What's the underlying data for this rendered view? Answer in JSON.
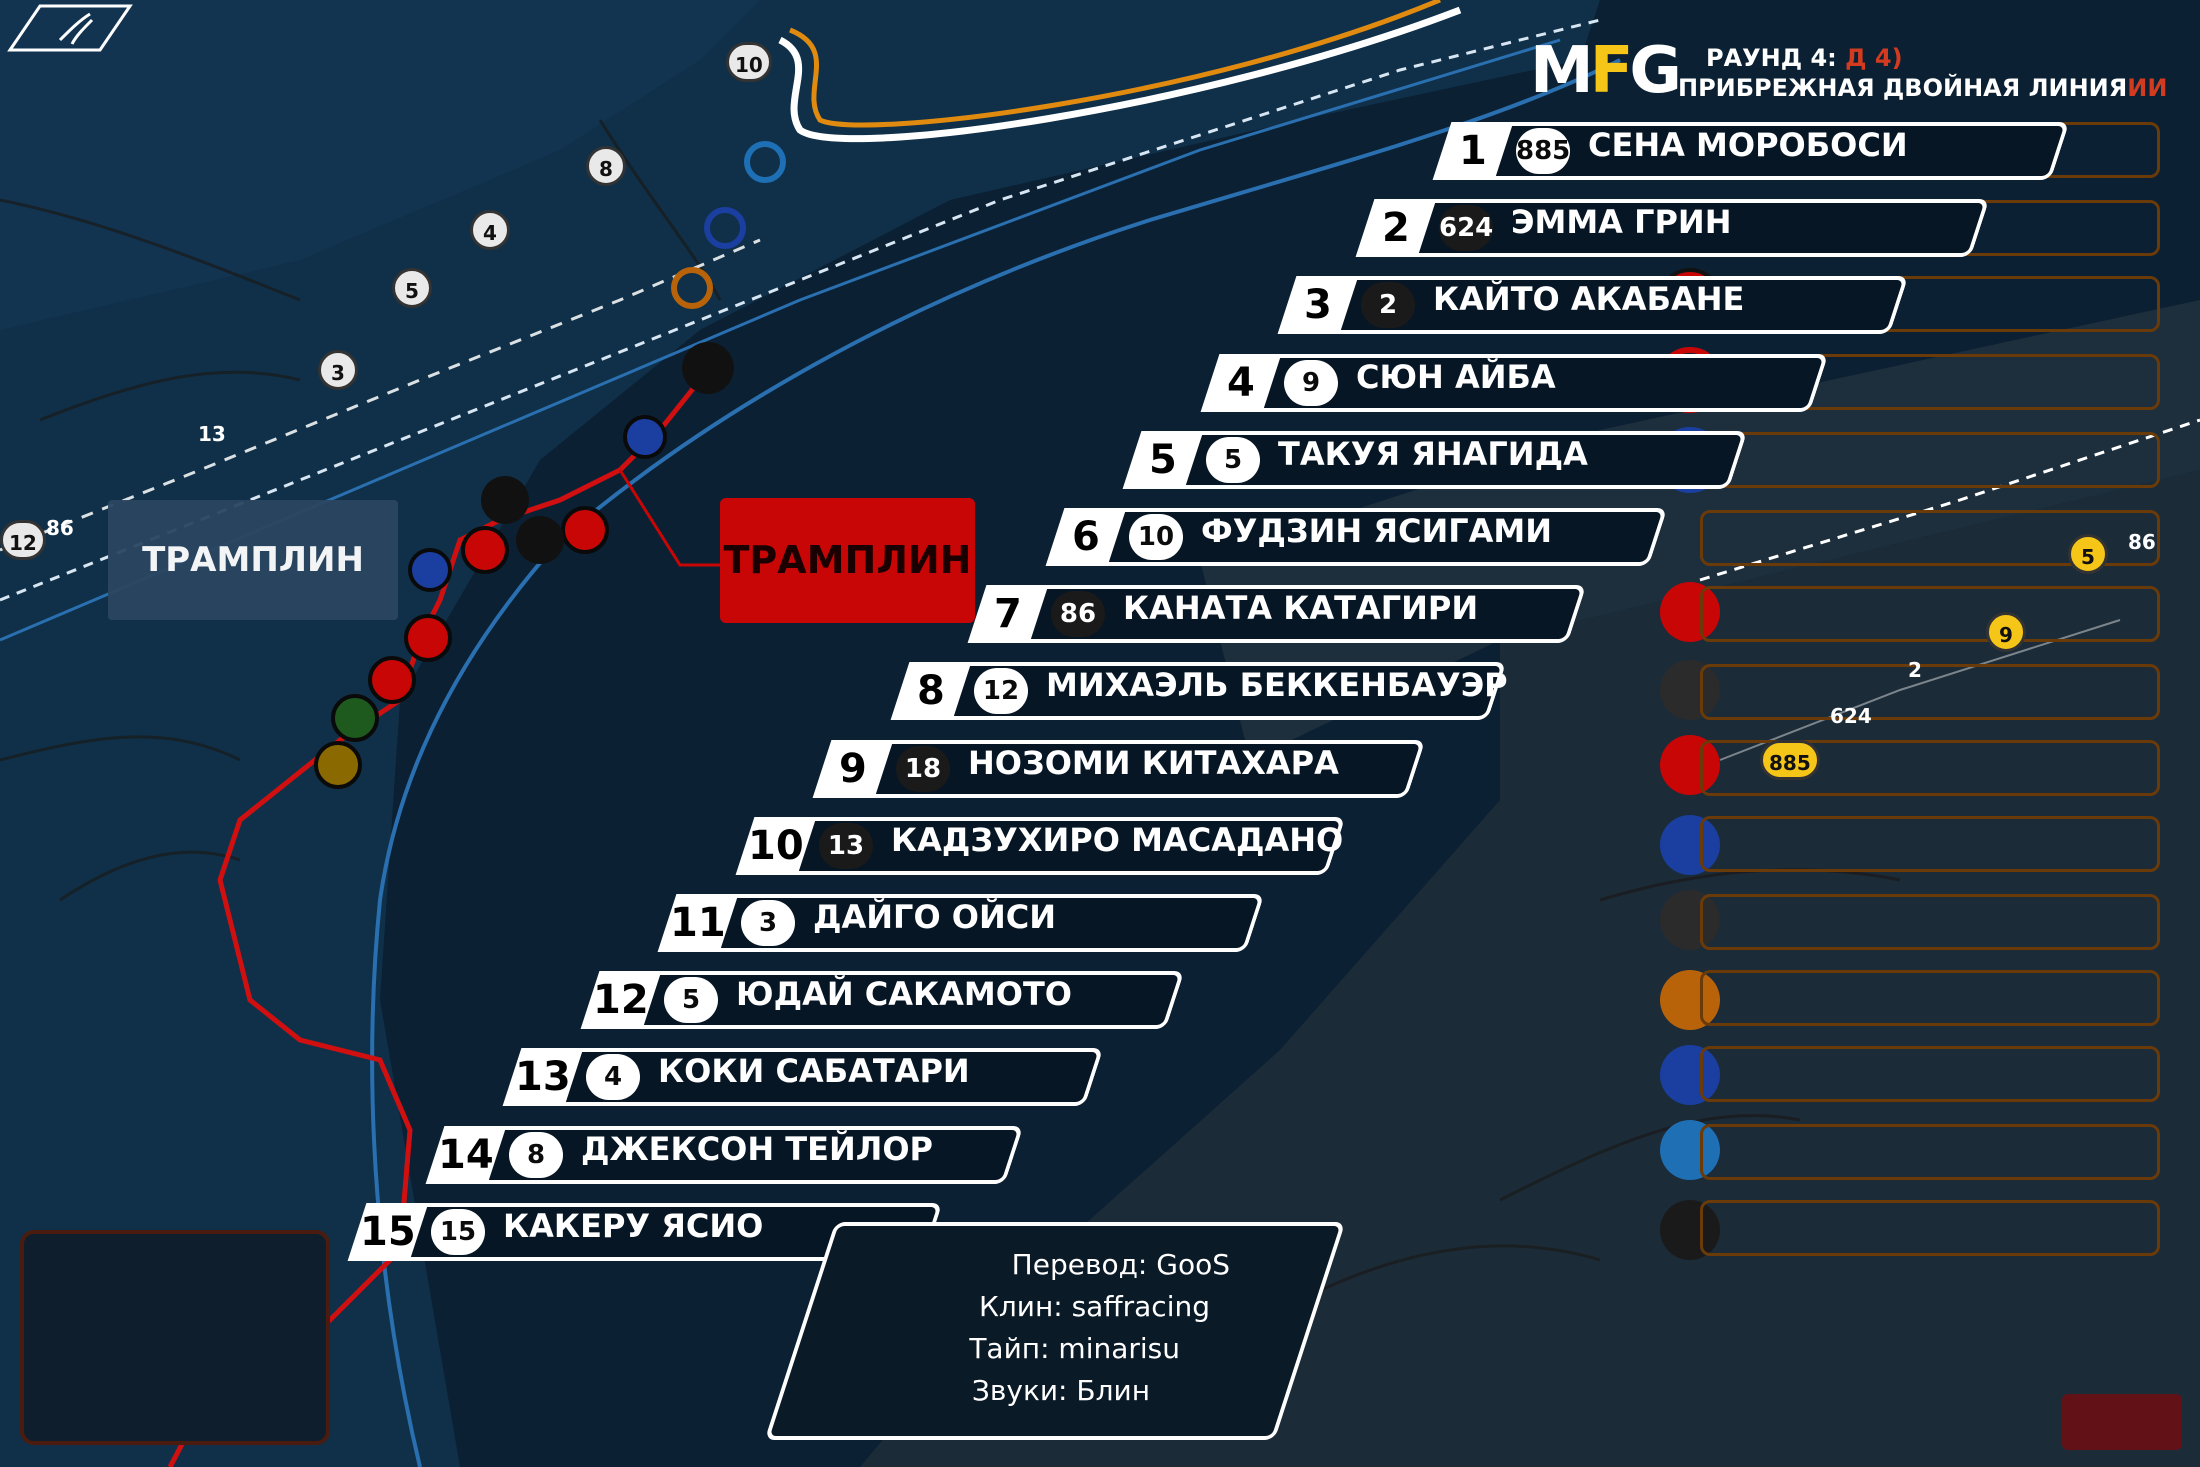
{
  "title": {
    "line1_a": "РАУНД 4: ",
    "line1_b": "Д 4)",
    "line2_a": "ПРИБРЕЖНАЯ ДВОЙНАЯ ЛИНИЯ",
    "line2_b": "ИИ"
  },
  "ramp_label_left": "ТРАМПЛИН",
  "ramp_label_right": "ТРАМПЛИН",
  "standings": [
    {
      "pos": "1",
      "num": "885",
      "name": "СЕНА МОРОБОСИ"
    },
    {
      "pos": "2",
      "num": "624",
      "name": "ЭММА ГРИН"
    },
    {
      "pos": "3",
      "num": "2",
      "name": "КАЙТО АКАБАНЕ"
    },
    {
      "pos": "4",
      "num": "9",
      "name": "СЮН АЙБА"
    },
    {
      "pos": "5",
      "num": "5",
      "name": "ТАКУЯ ЯНАГИДА"
    },
    {
      "pos": "6",
      "num": "10",
      "name": "ФУДЗИН ЯСИГАМИ"
    },
    {
      "pos": "7",
      "num": "86",
      "name": "КАНАТА КАТАГИРИ"
    },
    {
      "pos": "8",
      "num": "12",
      "name": "МИХАЭЛЬ БЕККЕНБАУЭР"
    },
    {
      "pos": "9",
      "num": "18",
      "name": "НОЗОМИ КИТАХАРА"
    },
    {
      "pos": "10",
      "num": "13",
      "name": "КАДЗУХИРО МАСАДАНО"
    },
    {
      "pos": "11",
      "num": "3",
      "name": "ДАЙГО ОЙСИ"
    },
    {
      "pos": "12",
      "num": "5",
      "name": "ЮДАЙ САКАМОТО"
    },
    {
      "pos": "13",
      "num": "4",
      "name": "КОКИ САБАТАРИ"
    },
    {
      "pos": "14",
      "num": "8",
      "name": "ДЖЕКСОН ТЕЙЛОР"
    },
    {
      "pos": "15",
      "num": "15",
      "name": "КАКЕРУ ЯСИО"
    }
  ],
  "credits": [
    "Перевод: GooS",
    "Клин: saffracing",
    "Тайп: minarisu",
    "Звуки: Блин"
  ],
  "track_badges": [
    {
      "label": "10"
    },
    {
      "label": "8"
    },
    {
      "label": "4"
    },
    {
      "label": "5"
    },
    {
      "label": "3"
    },
    {
      "label": "13"
    },
    {
      "label": "86"
    },
    {
      "label": "12"
    }
  ],
  "right_badges": [
    {
      "label": "5"
    },
    {
      "label": "86"
    },
    {
      "label": "9"
    },
    {
      "label": "2"
    },
    {
      "label": "624"
    },
    {
      "label": "885"
    }
  ],
  "colors": {
    "background": "#0b2033",
    "accent_yellow": "#f5c518",
    "accent_red": "#c80606",
    "route_blue": "#2a6fb0"
  }
}
